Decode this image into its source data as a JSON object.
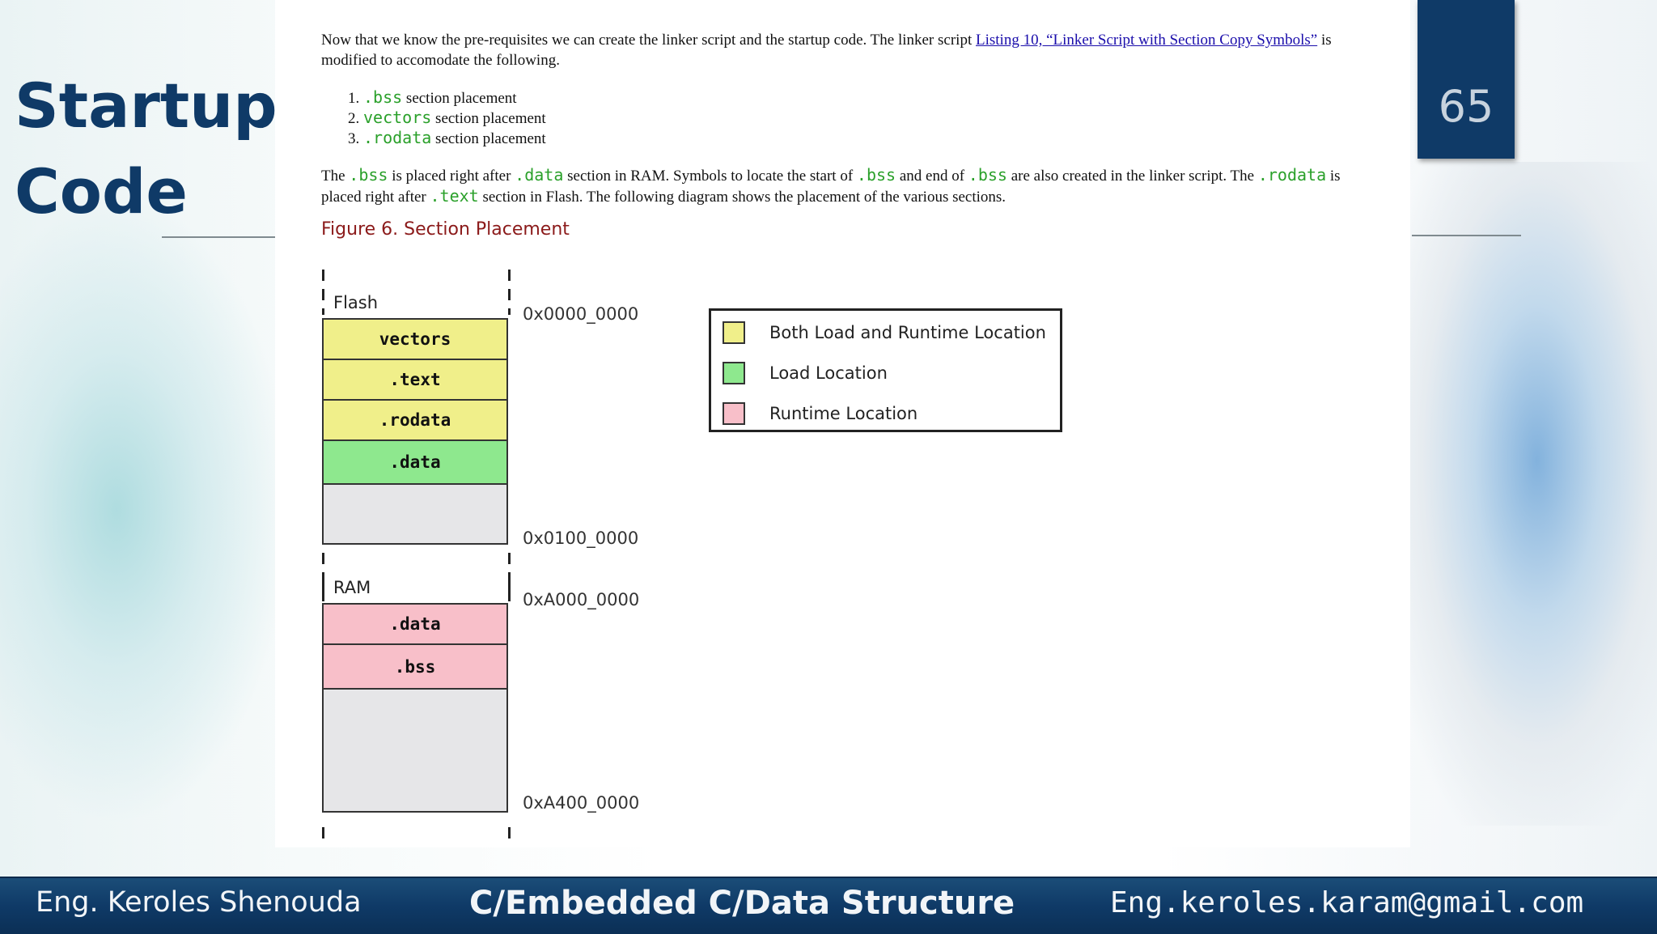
{
  "slide": {
    "title_line1": "Startup",
    "title_line2": "Code",
    "page_number": "65"
  },
  "document": {
    "intro": {
      "text_before_link": "Now that we know the pre-requisites we can create the linker script and the startup code. The linker script ",
      "link_text": "Listing 10, “Linker Script with Section Copy Symbols”",
      "text_after_link": " is modified to accomodate the following."
    },
    "list_items": [
      {
        "number": "1.",
        "code": ".bss",
        "text": " section placement"
      },
      {
        "number": "2.",
        "code": "vectors",
        "text": " section placement"
      },
      {
        "number": "3.",
        "code": ".rodata",
        "text": " section placement"
      }
    ],
    "para2": {
      "p1": "The ",
      "c1": ".bss",
      "p2": " is placed right after ",
      "c2": ".data",
      "p3": " section in RAM. Symbols to locate the start of ",
      "c3": ".bss",
      "p4": " and end of ",
      "c4": ".bss",
      "p5": " are also created in the linker script. The ",
      "c5": ".rodata",
      "p6": " is placed right after ",
      "c6": ".text",
      "p7": " section in Flash. The following diagram shows the placement of the various sections."
    },
    "figure_caption": "Figure 6. Section Placement"
  },
  "diagram": {
    "flash": {
      "label": "Flash",
      "start_address": "0x0000_0000",
      "end_address": "0x0100_0000",
      "sections": [
        {
          "name": "vectors",
          "kind": "both"
        },
        {
          "name": ".text",
          "kind": "both"
        },
        {
          "name": ".rodata",
          "kind": "both"
        },
        {
          "name": ".data",
          "kind": "load"
        }
      ]
    },
    "ram": {
      "label": "RAM",
      "start_address": "0xA000_0000",
      "end_address": "0xA400_0000",
      "sections": [
        {
          "name": ".data",
          "kind": "runtime"
        },
        {
          "name": ".bss",
          "kind": "runtime"
        }
      ]
    },
    "legend": [
      {
        "label": "Both Load and Runtime Location",
        "color": "#f0ef8a"
      },
      {
        "label": "Load Location",
        "color": "#8ee88e"
      },
      {
        "label": "Runtime Location",
        "color": "#f8bfc9"
      }
    ],
    "colors": {
      "both": "#f0ef8a",
      "load": "#8ee88e",
      "runtime": "#f8bfc9",
      "free": "#e6e6e8"
    }
  },
  "footer": {
    "author": "Eng. Keroles Shenouda",
    "course": "C/Embedded C/Data Structure",
    "email": "Eng.keroles.karam@gmail.com"
  }
}
